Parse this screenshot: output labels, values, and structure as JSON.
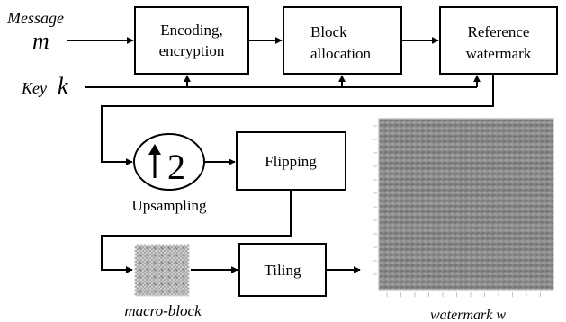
{
  "inputs": {
    "message_label": "Message",
    "message_symbol": "m",
    "key_label": "Key",
    "key_symbol": "k"
  },
  "blocks": {
    "encoding_line1": "Encoding,",
    "encoding_line2": "encryption",
    "allocation_line1": "Block",
    "allocation_line2": "allocation",
    "reference_line1": "Reference",
    "reference_line2": "watermark",
    "upsampling_factor": "2",
    "upsampling_label": "Upsampling",
    "flipping": "Flipping",
    "tiling": "Tiling"
  },
  "outputs": {
    "macro_block_label": "macro-block",
    "watermark_label": "watermark w"
  },
  "colors": {
    "stroke": "#000000",
    "watermark_field": "#8c8c8c",
    "watermark_dark": "#5f5f5f",
    "tick_text": "#9a9a9a"
  }
}
